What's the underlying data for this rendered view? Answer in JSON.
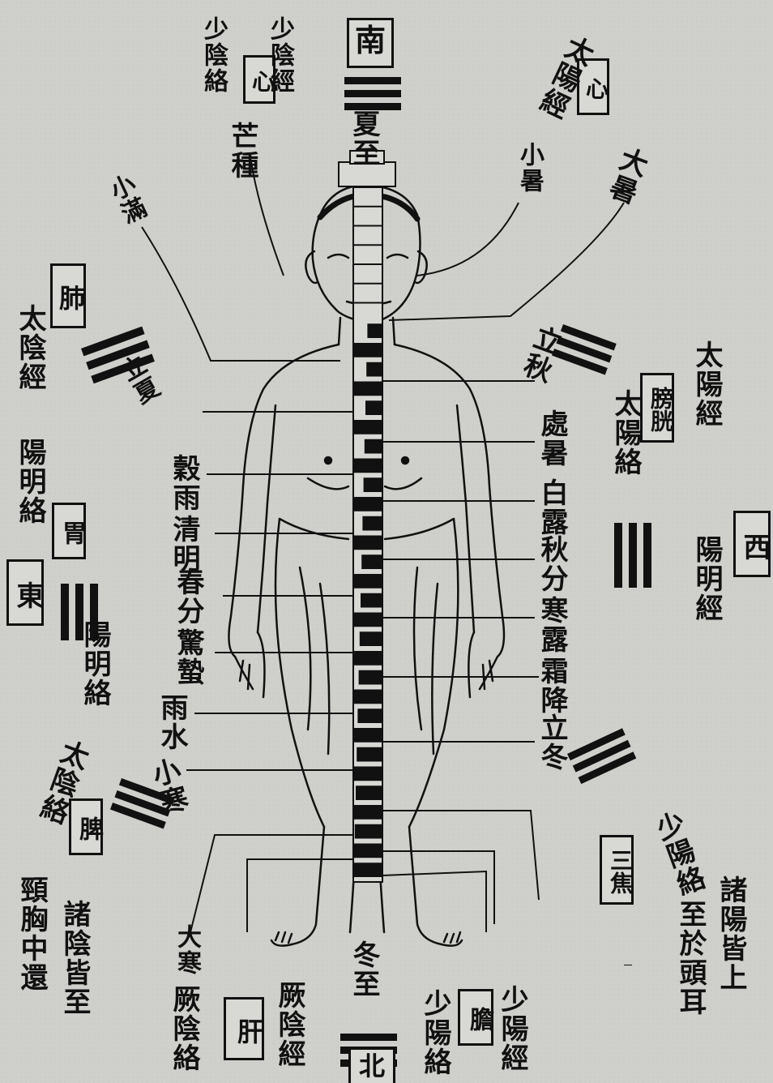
{
  "compass": {
    "south": "南",
    "north": "北",
    "east": "東",
    "west": "西"
  },
  "trigram_glyph": "☰",
  "organ_boxes": {
    "heart_box_top": "心",
    "heart_box_left": "心",
    "lung": "肺",
    "spleen": "脾",
    "liver": "肝",
    "gallbladder": "膽",
    "stomach": "胃",
    "bladder": "膀胱",
    "triple_burner": "三焦"
  },
  "solar_terms": {
    "summer_solstice": "夏至",
    "winter_solstice": "冬至",
    "spring_equinox": "春分",
    "autumn_equinox": "秋分",
    "beginning_autumn": "立秋",
    "beginning_winter": "立冬",
    "beginning_summer": "立夏",
    "great_heat": "大暑",
    "lesser_heat": "小暑",
    "limit_heat": "處暑",
    "white_dew": "白露",
    "cold_dew": "寒露",
    "frost_descent": "霜降",
    "grain_in_ear": "芒種",
    "lesser_fullness": "小滿",
    "grain_rain": "穀雨",
    "clear_bright": "清明",
    "waking_insects": "驚蟄",
    "rain_water": "雨水",
    "great_cold": "大寒",
    "lesser_cold": "小寒"
  },
  "channels": {
    "taiyang_top": "太陽經",
    "shaoyin_heart": "少陰經",
    "shaoyin_luo": "少陰絡",
    "taiyin_lung": "太陰經",
    "taiyang_bladder": "太陽經",
    "taiyang_luo": "太陽絡",
    "shaoyang_luo_r": "少陽絡",
    "shaoyang_jing_bottom": "少陽經",
    "shaoyang_luo_bottom": "少陽絡",
    "yangming_jing": "陽明經",
    "yangming_luo": "陽明絡",
    "yangming_luo2": "陽明絡",
    "taiyin_luo": "太陰絡",
    "jueyin_jing": "厥陰經",
    "jueyin_luo": "厥陰絡"
  },
  "notes": {
    "yang_col1": "諸陽皆上",
    "yang_col2": "至於頭耳",
    "yin_col1": "諸陰皆至",
    "yin_col2": "頸胸中還"
  }
}
